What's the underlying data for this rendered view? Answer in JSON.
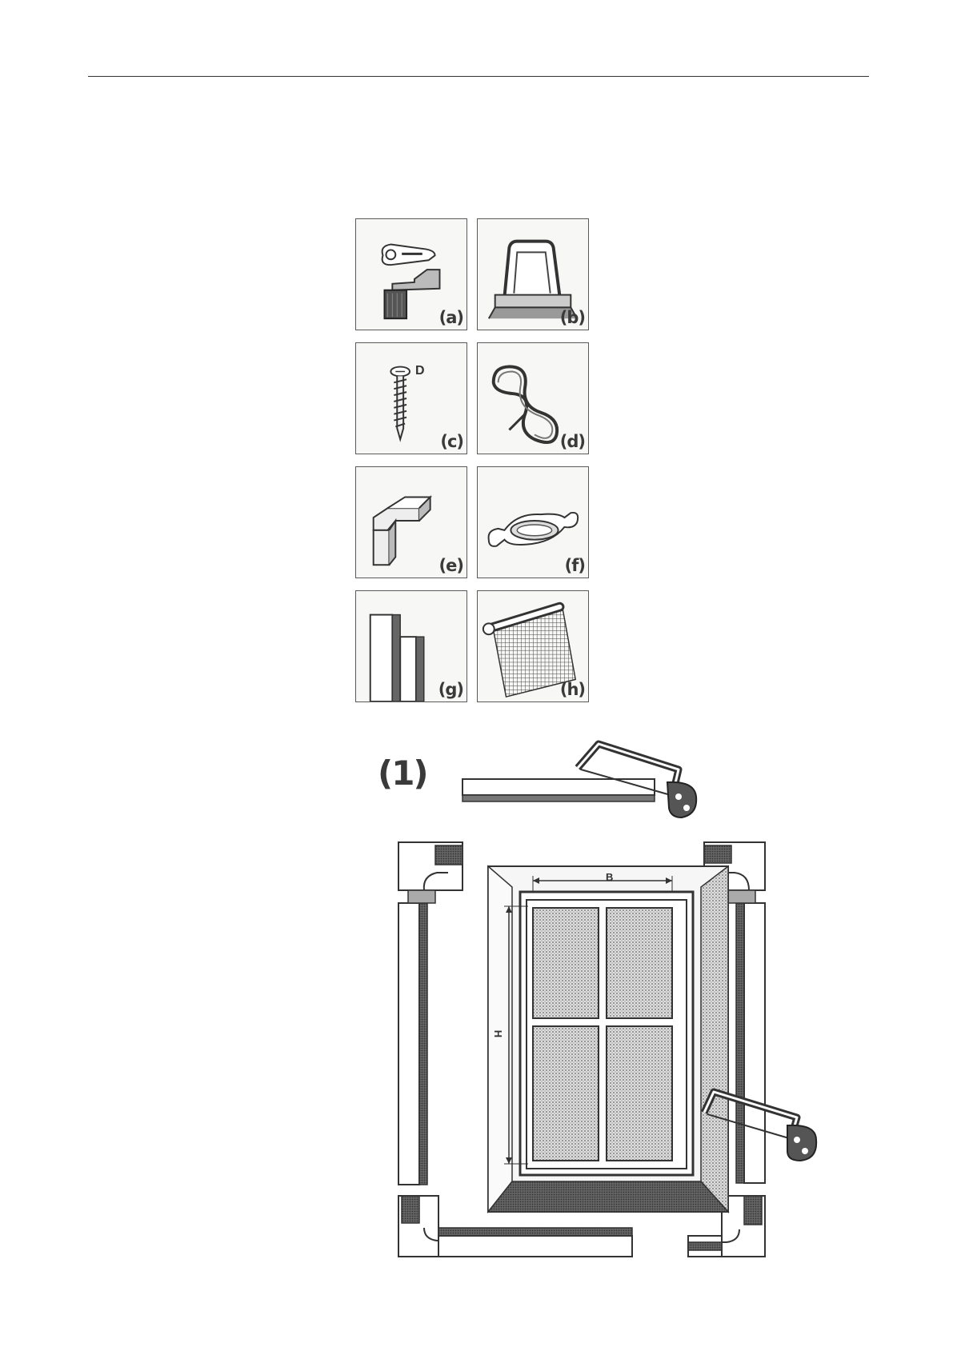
{
  "parts": [
    {
      "id": "a",
      "label": "(a)",
      "icon": "pivot-clip-icon"
    },
    {
      "id": "b",
      "label": "(b)",
      "icon": "clip-bracket-icon"
    },
    {
      "id": "c",
      "label": "(c)",
      "icon": "screw-icon",
      "extra_label": "D"
    },
    {
      "id": "d",
      "label": "(d)",
      "icon": "cord-coil-icon"
    },
    {
      "id": "e",
      "label": "(e)",
      "icon": "corner-connector-icon"
    },
    {
      "id": "f",
      "label": "(f)",
      "icon": "handle-icon"
    },
    {
      "id": "g",
      "label": "(g)",
      "icon": "frame-profile-icon"
    },
    {
      "id": "h",
      "label": "(h)",
      "icon": "mesh-roll-icon"
    }
  ],
  "step1": {
    "label": "(1)"
  },
  "dimensions": {
    "width_label": "B",
    "height_label": "H"
  }
}
